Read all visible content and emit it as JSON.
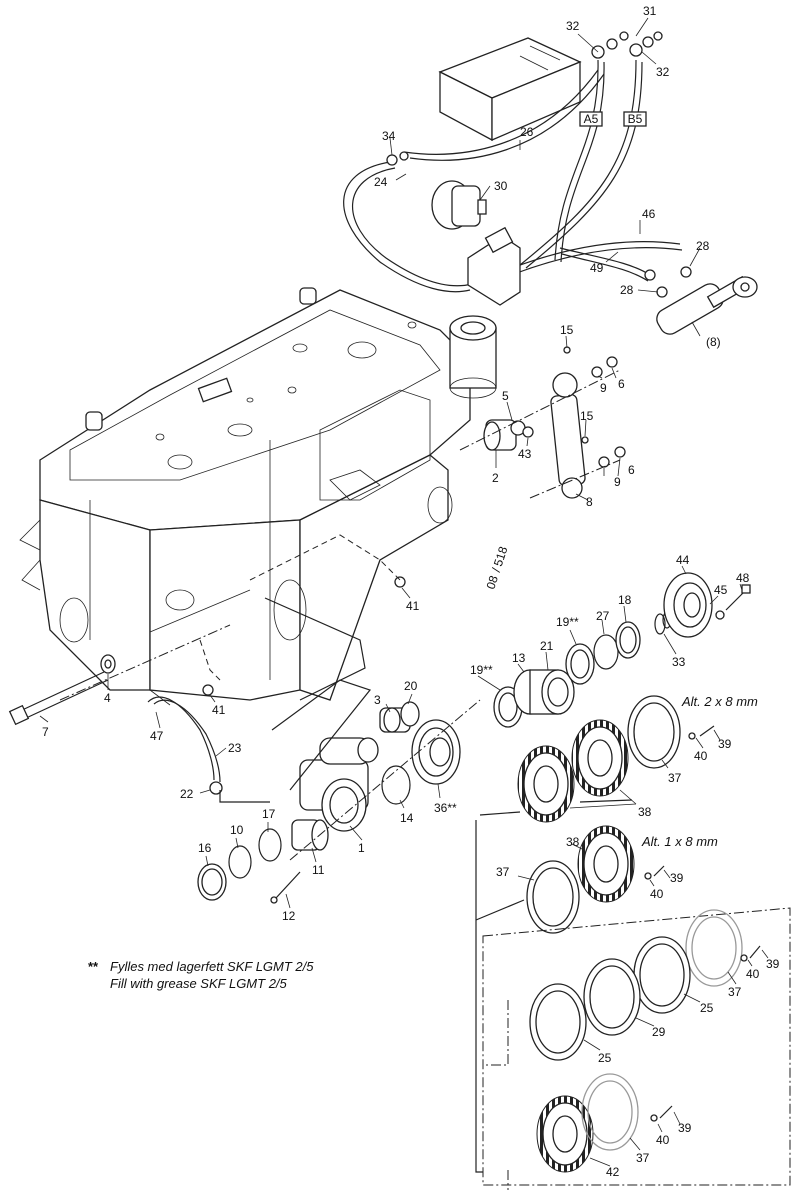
{
  "drawing_ref": {
    "a": "08",
    "b": "518"
  },
  "notes": {
    "alt2": "Alt. 2 x 8 mm",
    "alt1": "Alt. 1 x 8 mm",
    "grease_marker": "**",
    "grease_no": "Fylles med lagerfett SKF LGMT 2/5",
    "grease_en": "Fill with grease SKF LGMT 2/5"
  },
  "port_tags": {
    "a": "A5",
    "b": "B5"
  },
  "callouts": {
    "c1": "1",
    "c2": "2",
    "c3": "3",
    "c4": "4",
    "c5": "5",
    "c6a": "6",
    "c6b": "6",
    "c7": "7",
    "c8": "8",
    "c8p": "(8)",
    "c9a": "9",
    "c9b": "9",
    "c10": "10",
    "c11": "11",
    "c12": "12",
    "c13": "13",
    "c14": "14",
    "c15a": "15",
    "c15b": "15",
    "c16": "16",
    "c17": "17",
    "c18": "18",
    "c19a": "19**",
    "c19b": "19**",
    "c20": "20",
    "c21": "21",
    "c22": "22",
    "c23": "23",
    "c24": "24",
    "c25a": "25",
    "c25b": "25",
    "c26": "26",
    "c27": "27",
    "c28a": "28",
    "c28b": "28",
    "c29": "29",
    "c30": "30",
    "c31": "31",
    "c32a": "32",
    "c32b": "32",
    "c33": "33",
    "c34": "34",
    "c36": "36**",
    "c37a": "37",
    "c37b": "37",
    "c37c": "37",
    "c37d": "37",
    "c38a": "38",
    "c38b": "38",
    "c39a": "39",
    "c39b": "39",
    "c39c": "39",
    "c39d": "39",
    "c40a": "40",
    "c40b": "40",
    "c40c": "40",
    "c40d": "40",
    "c41a": "41",
    "c41b": "41",
    "c42": "42",
    "c43": "43",
    "c44": "44",
    "c45": "45",
    "c46": "46",
    "c47": "47",
    "c48": "48",
    "c49": "49"
  }
}
